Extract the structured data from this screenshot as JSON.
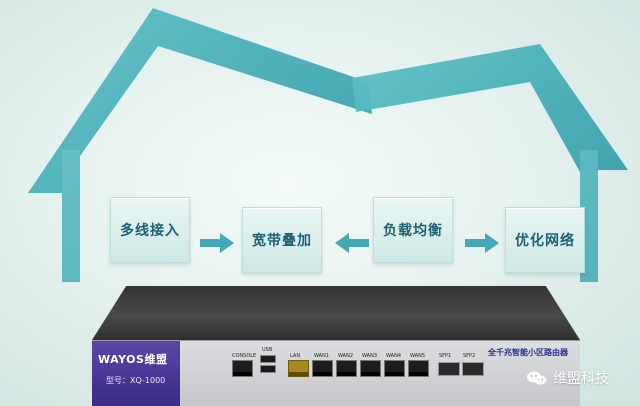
{
  "flow_boxes": [
    {
      "label": "多线接入"
    },
    {
      "label": "宽带叠加"
    },
    {
      "label": "负载均衡"
    },
    {
      "label": "优化网络"
    }
  ],
  "router": {
    "brand": "WAYOS维盟",
    "model": "型号：XQ-1000",
    "tagline": "全千兆智能小区路由器",
    "port_labels": {
      "console": "CONSOLE",
      "usb": "USB",
      "lan": "LAN",
      "wan1": "WAN1",
      "wan2": "WAN2",
      "wan3": "WAN3",
      "wan4": "WAN4",
      "wan5": "WAN5",
      "sfp1": "SFP1",
      "sfp2": "SFP2"
    }
  },
  "watermark": {
    "text": "维盟科技",
    "icon": "wechat-icon"
  },
  "colors": {
    "house_teal": "#2f9fab",
    "box_text": "#1e5f73",
    "arrow": "#43a9b6",
    "brand_purple": "#3b2a86"
  }
}
